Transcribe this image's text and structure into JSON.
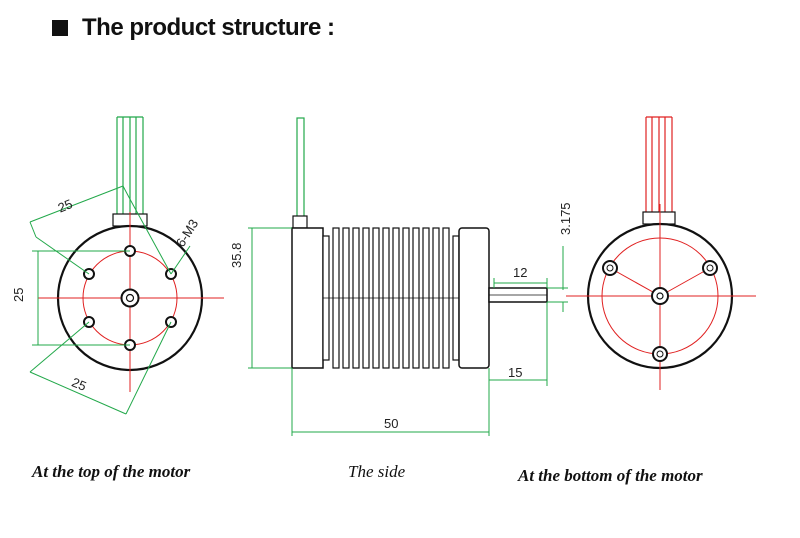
{
  "header": {
    "title": "The product structure :"
  },
  "colors": {
    "red": "#e02020",
    "green": "#22a84a",
    "black": "#111111"
  },
  "top_view": {
    "caption": "At the top of the motor",
    "dim_hole_spacing_upper": "25",
    "dim_hole_spacing_left": "25",
    "dim_hole_spacing_lower": "25",
    "holes_label": "6-M3"
  },
  "side_view": {
    "caption": "The side",
    "dim_diameter": "35.8",
    "dim_shaft_diameter": "3.175",
    "dim_shaft_flat": "12",
    "dim_shaft_length": "15",
    "dim_body_length": "50"
  },
  "bottom_view": {
    "caption": "At the bottom of the motor"
  }
}
